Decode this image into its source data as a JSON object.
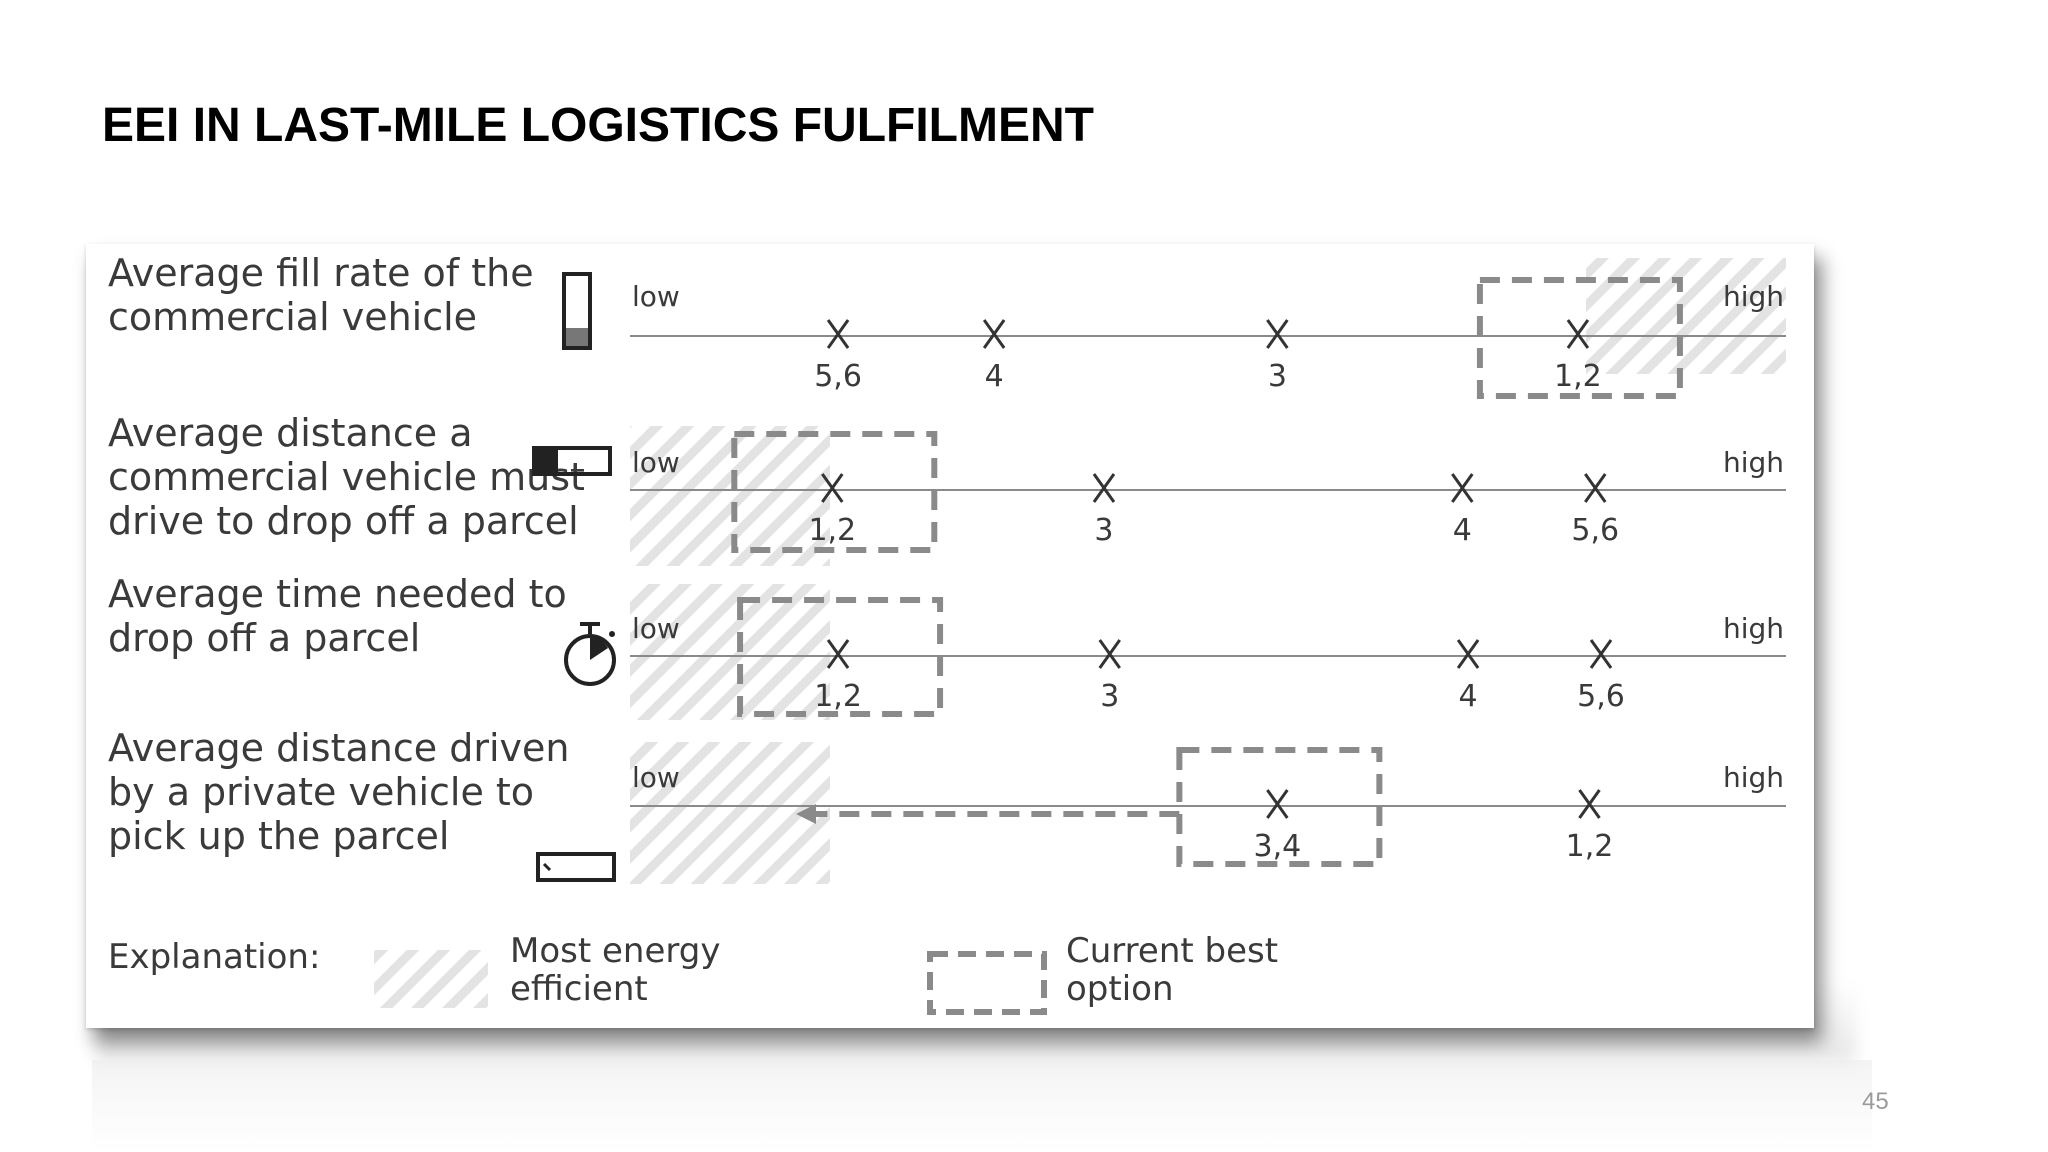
{
  "slide": {
    "title": "EEI IN LAST-MILE LOGISTICS FULFILMENT",
    "page_number": "45"
  },
  "figure": {
    "scale_low": "low",
    "scale_high": "high",
    "rows": [
      {
        "label_lines": [
          "Average fill rate of the",
          "commercial vehicle"
        ],
        "icon": "fill-rate-gauge-icon",
        "efficient_end": "high",
        "current_best": "1,2",
        "markers": [
          {
            "label": "5,6",
            "position": 0.18
          },
          {
            "label": "4",
            "position": 0.315
          },
          {
            "label": "3",
            "position": 0.56
          },
          {
            "label": "1,2",
            "position": 0.82
          }
        ]
      },
      {
        "label_lines": [
          "Average distance a",
          "commercial vehicle must",
          "drive to drop off a parcel"
        ],
        "icon": "distance-bar-icon",
        "efficient_end": "low",
        "current_best": "1,2",
        "markers": [
          {
            "label": "1,2",
            "position": 0.175
          },
          {
            "label": "3",
            "position": 0.41
          },
          {
            "label": "4",
            "position": 0.72
          },
          {
            "label": "5,6",
            "position": 0.835
          }
        ]
      },
      {
        "label_lines": [
          "Average time needed to",
          "drop off a parcel"
        ],
        "icon": "stopwatch-icon",
        "efficient_end": "low",
        "current_best": "1,2",
        "markers": [
          {
            "label": "1,2",
            "position": 0.18
          },
          {
            "label": "3",
            "position": 0.415
          },
          {
            "label": "4",
            "position": 0.725
          },
          {
            "label": "5,6",
            "position": 0.84
          }
        ]
      },
      {
        "label_lines": [
          "Average distance driven",
          "by a private vehicle to",
          "pick up the parcel"
        ],
        "icon": "short-distance-bar-icon",
        "efficient_end": "low",
        "current_best": "3,4",
        "arrow": "toward-low",
        "markers": [
          {
            "label": "3,4",
            "position": 0.56
          },
          {
            "label": "1,2",
            "position": 0.83
          }
        ]
      }
    ],
    "legend": {
      "title": "Explanation:",
      "efficient_lines": [
        "Most energy",
        "efficient"
      ],
      "best_lines": [
        "Current best",
        "option"
      ]
    }
  }
}
